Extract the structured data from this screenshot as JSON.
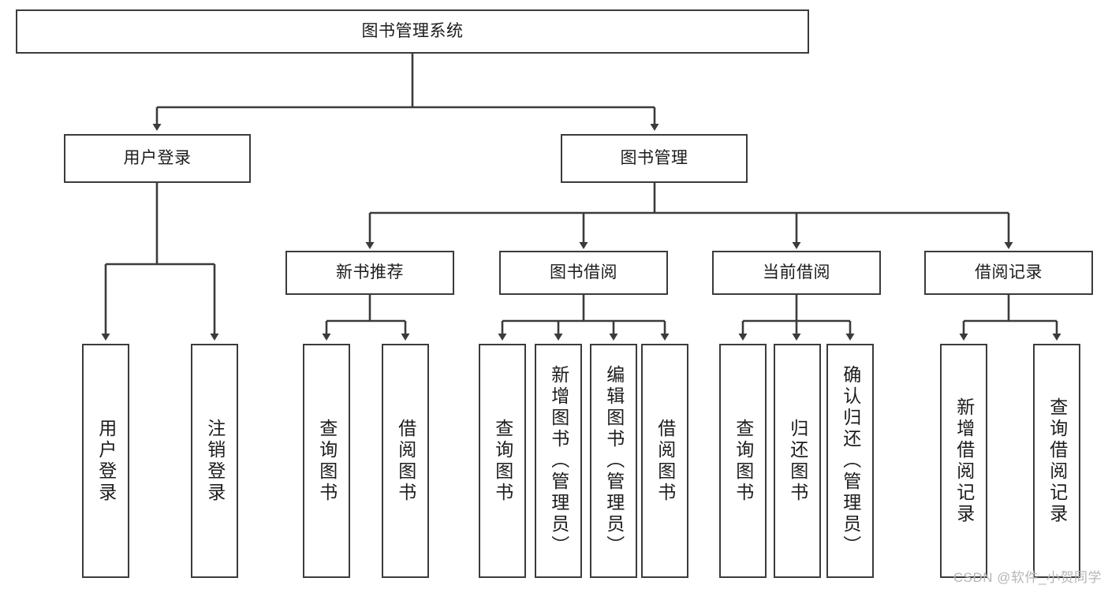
{
  "diagram": {
    "title": "图书管理系统",
    "type": "hierarchy-tree",
    "stroke_color": "#3b3b3b",
    "background_color": "#ffffff",
    "text_color": "#1c1c1c"
  },
  "nodes": {
    "root": {
      "label": "图书管理系统"
    },
    "level2": [
      {
        "label": "用户登录"
      },
      {
        "label": "图书管理"
      }
    ],
    "level3": [
      {
        "label": "新书推荐"
      },
      {
        "label": "图书借阅"
      },
      {
        "label": "当前借阅"
      },
      {
        "label": "借阅记录"
      }
    ],
    "leaves_user_login": [
      {
        "label": "用户登录"
      },
      {
        "label": "注销登录"
      }
    ],
    "leaves_new_book": [
      {
        "label": "查询图书"
      },
      {
        "label": "借阅图书"
      }
    ],
    "leaves_borrow": [
      {
        "label": "查询图书"
      },
      {
        "label": "新增图书（管理员）"
      },
      {
        "label": "编辑图书（管理员）"
      },
      {
        "label": "借阅图书"
      }
    ],
    "leaves_current": [
      {
        "label": "查询图书"
      },
      {
        "label": "归还图书"
      },
      {
        "label": "确认归还（管理员）"
      }
    ],
    "leaves_records": [
      {
        "label": "新增借阅记录"
      },
      {
        "label": "查询借阅记录"
      }
    ]
  },
  "watermark": {
    "text": "CSDN @软件_小贺同学"
  }
}
